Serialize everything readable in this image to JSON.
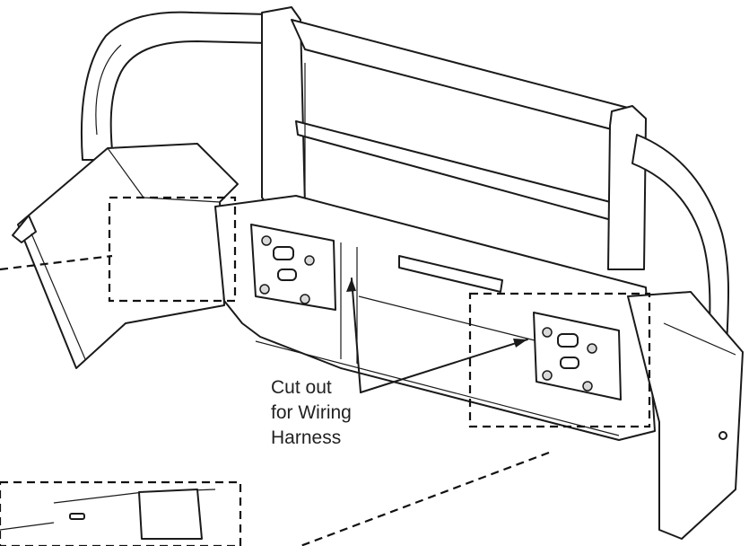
{
  "callout": {
    "lines": [
      "Cut out",
      "for Wiring",
      "Harness"
    ]
  },
  "colors": {
    "ink": "#1a1a1a",
    "background": "#ffffff",
    "shade": "#d9d9d9"
  }
}
